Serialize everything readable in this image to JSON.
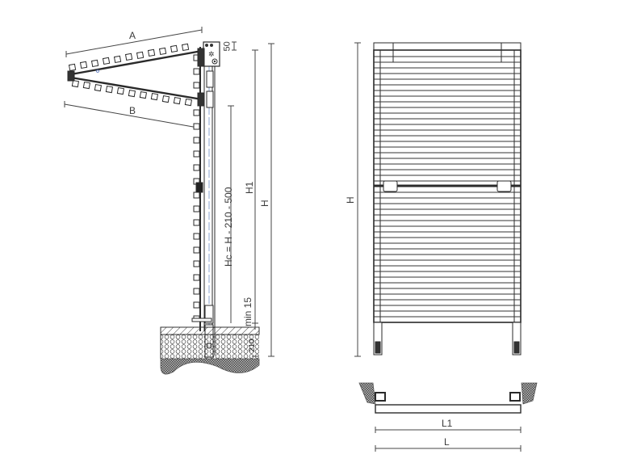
{
  "diagram": {
    "type": "technical-drawing",
    "colors": {
      "line": "#2a2a2a",
      "dim_line": "#444444",
      "light_line": "#8a8a8a",
      "accent_blue": "#9fb4d8",
      "text": "#3a3a3a"
    },
    "side_view": {
      "labels": {
        "A": "A",
        "B": "B",
        "top_offset": "50",
        "hc": "Hc = H - 210 - 500",
        "h1": "H1",
        "h": "H",
        "min": "min 15",
        "floor": "210"
      }
    },
    "front_view": {
      "labels": {
        "h": "H",
        "l1": "L1",
        "l": "L"
      }
    }
  }
}
